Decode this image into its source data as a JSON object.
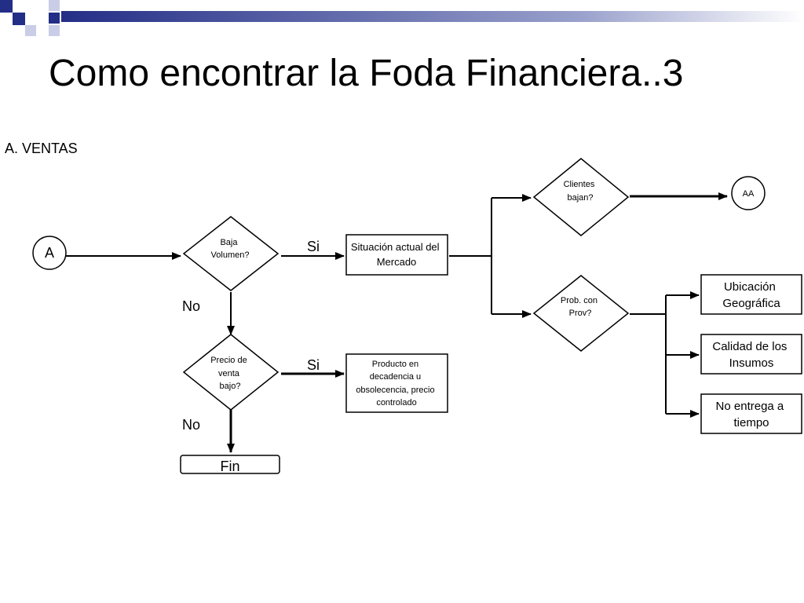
{
  "slide": {
    "title": "Como encontrar la Foda Financiera..3",
    "section": "A. VENTAS"
  },
  "theme": {
    "accent": "#232e86",
    "accent_light": "#c9cde6",
    "stroke": "#000000"
  },
  "flow": {
    "start": "A",
    "decision_volumen": [
      "Baja",
      "Volumen?"
    ],
    "yes_1": "Si",
    "no_1": "No",
    "situacion": [
      "Situación actual del",
      "Mercado"
    ],
    "decision_precio": [
      "Precio de",
      "venta",
      "bajo?"
    ],
    "yes_2": "Si",
    "no_2": "No",
    "producto": [
      "Producto en",
      "decadencia u",
      "obsolecencia, precio",
      "controlado"
    ],
    "fin": "Fin",
    "decision_clientes": [
      "Clientes",
      "bajan?"
    ],
    "aa": "AA",
    "decision_prov": [
      "Prob. con",
      "Prov?"
    ],
    "ubicacion": [
      "Ubicación",
      "Geográfica"
    ],
    "calidad": [
      "Calidad de los",
      "Insumos"
    ],
    "entrega": [
      "No entrega a",
      "tiempo"
    ]
  }
}
